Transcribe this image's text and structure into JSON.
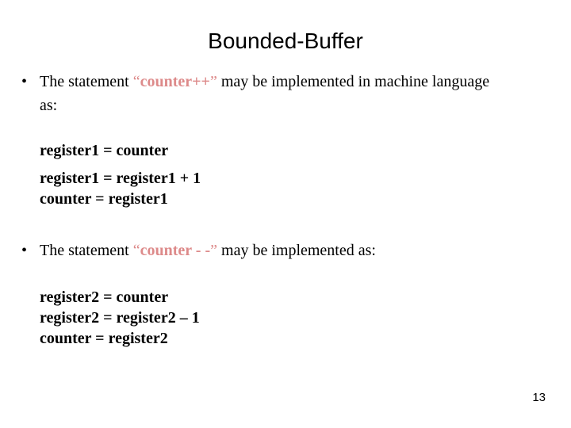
{
  "slide": {
    "title": "Bounded-Buffer",
    "page_number": "13",
    "accent_color": "#dd8a8a",
    "text_color": "#000000",
    "background_color": "#ffffff"
  },
  "bullets": [
    {
      "marker": "•",
      "text_before": "The statement ",
      "open_quote": "“",
      "highlight": "counter++",
      "close_quote": "”",
      "text_after": " may be implemented in machine language as:"
    },
    {
      "marker": "•",
      "text_before": "The statement ",
      "open_quote": "“",
      "highlight": "counter - -",
      "close_quote": "”",
      "text_after": " may be implemented as:"
    }
  ],
  "code_blocks": [
    {
      "lines": [
        "register1 = counter",
        "register1 = register1 + 1",
        "counter = register1"
      ]
    },
    {
      "lines": [
        "register2 = counter",
        "register2 = register2 – 1",
        "counter = register2"
      ]
    }
  ]
}
